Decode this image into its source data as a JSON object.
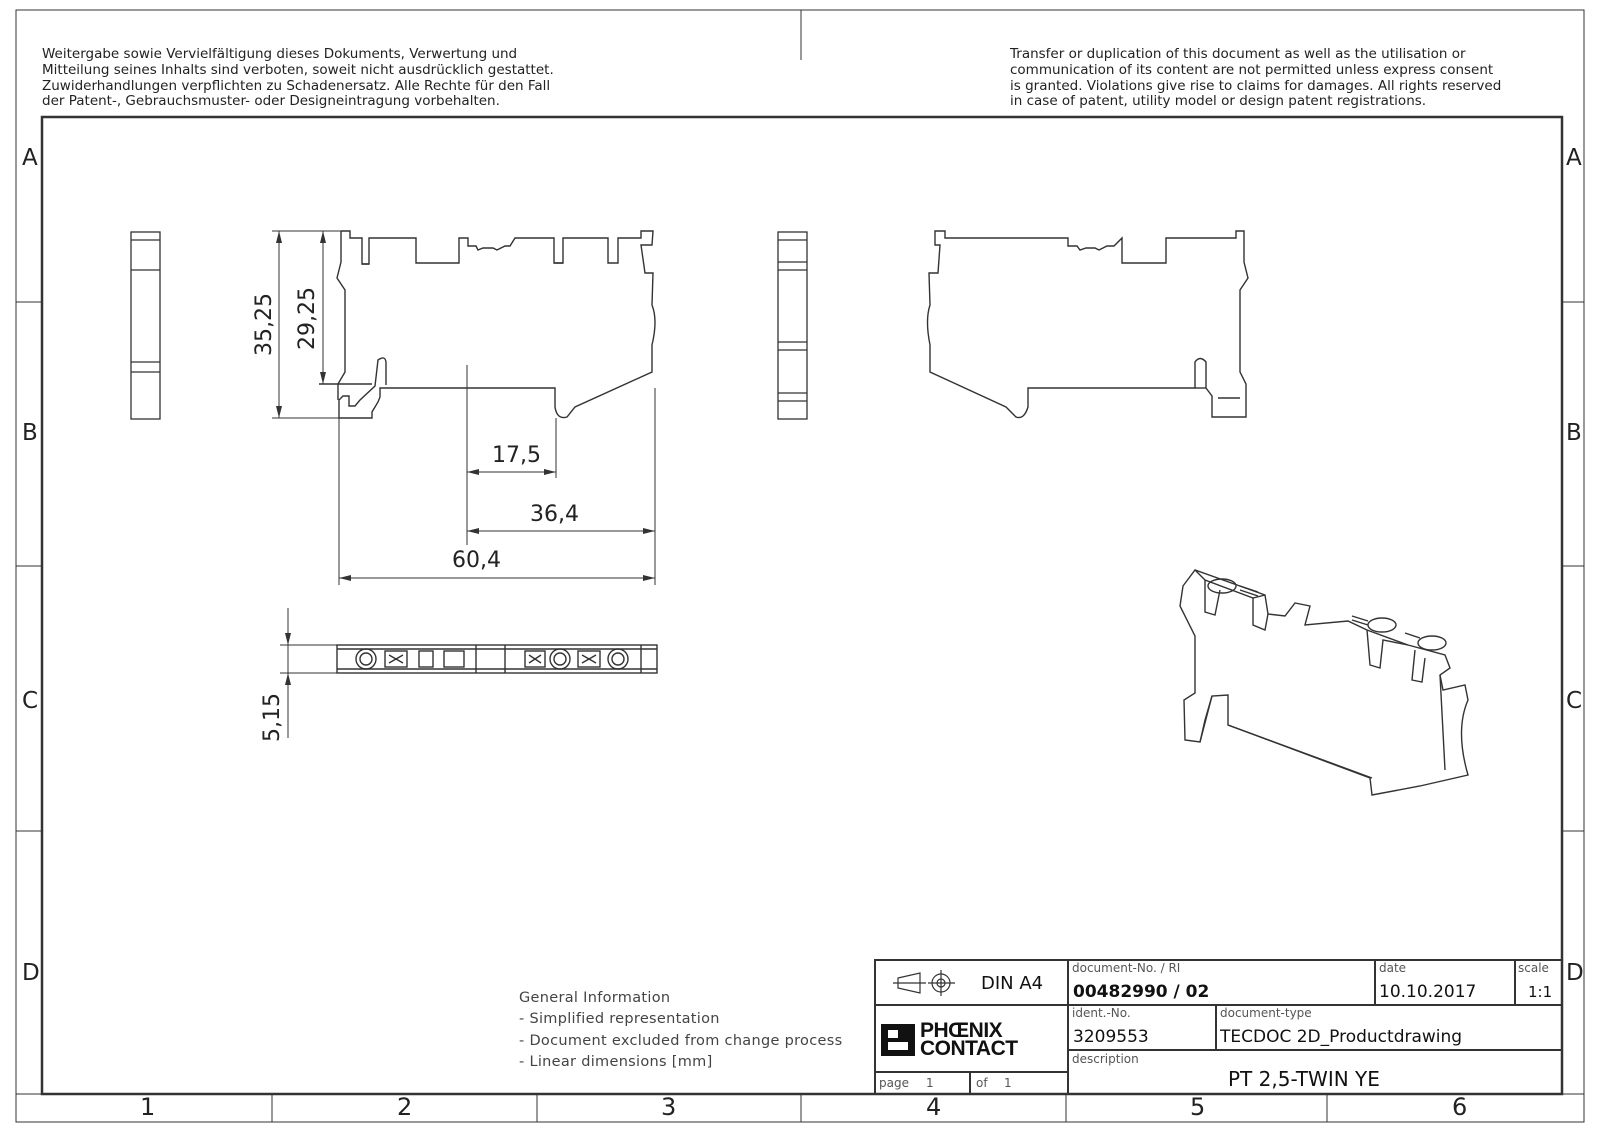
{
  "legal": {
    "de": "Weitergabe sowie Vervielfältigung dieses Dokuments, Verwertung und\nMitteilung seines Inhalts sind verboten, soweit nicht ausdrücklich gestattet.\nZuwiderhandlungen verpflichten zu Schadenersatz. Alle Rechte für den Fall\nder Patent-, Gebrauchsmuster- oder Designeintragung vorbehalten.",
    "en": "Transfer or duplication of this document as well as the utilisation or\ncommunication of its content are not permitted unless express consent\nis granted. Violations give rise to claims for damages. All rights reserved\nin case of patent, utility model or design patent registrations."
  },
  "zones": {
    "rows": [
      "A",
      "B",
      "C",
      "D"
    ],
    "columns": [
      "1",
      "2",
      "3",
      "4",
      "5",
      "6"
    ]
  },
  "dimensions": {
    "height_total": "35,25",
    "height_inner": "29,25",
    "width_partial": "17,5",
    "width_mid": "36,4",
    "width_total": "60,4",
    "thickness": "5,15"
  },
  "general_info": {
    "heading": "General Information",
    "items": [
      "- Simplified representation",
      "- Document excluded from change process",
      "- Linear dimensions [mm]"
    ]
  },
  "title_block": {
    "paper_size": "DIN A4",
    "logo_line1": "PHŒNIX",
    "logo_line2": "CONTACT",
    "doc_no_label": "document-No. / RI",
    "doc_no": "00482990 / 02",
    "date_label": "date",
    "date": "10.10.2017",
    "scale_label": "scale",
    "scale": "1:1",
    "ident_label": "ident.-No.",
    "ident": "3209553",
    "doctype_label": "document-type",
    "doctype": "TECDOC 2D_Productdrawing",
    "desc_label": "description",
    "desc": "PT 2,5-TWIN YE",
    "page_label": "page",
    "page": "1",
    "of_label": "of",
    "of": "1"
  }
}
